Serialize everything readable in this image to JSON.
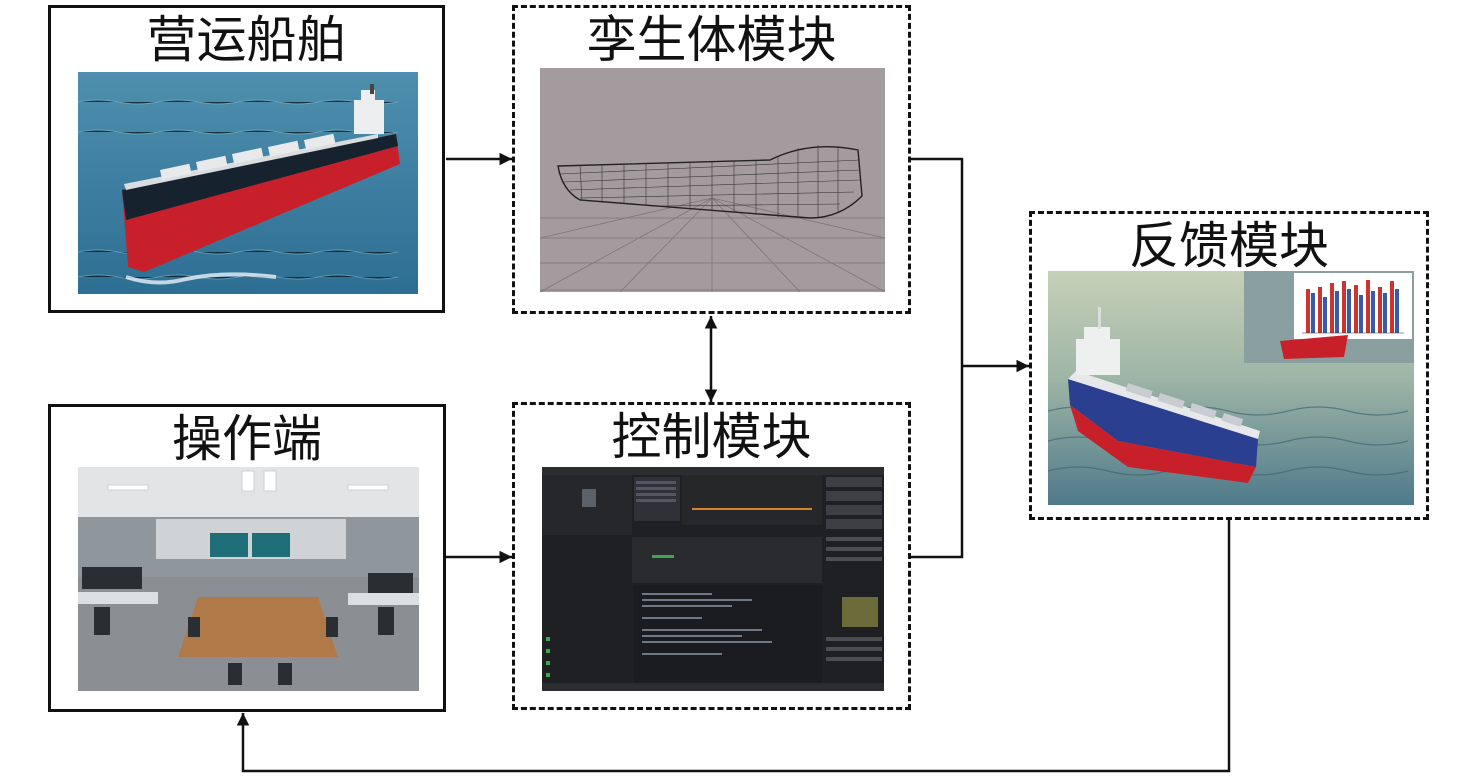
{
  "nodes": {
    "ship": {
      "title": "营运船舶",
      "image": "bulk-carrier-photo"
    },
    "twin": {
      "title": "孪生体模块",
      "image": "hull-wireframe-model"
    },
    "feedback": {
      "title": "反馈模块",
      "image": "rendered-ship-with-bar-chart"
    },
    "operator": {
      "title": "操作端",
      "image": "control-room-photo"
    },
    "control": {
      "title": "控制模块",
      "image": "game-engine-editor-screenshot"
    }
  },
  "edges": [
    {
      "from": "ship",
      "to": "twin",
      "direction": "forward"
    },
    {
      "from": "twin",
      "to": "control",
      "direction": "both"
    },
    {
      "from": "operator",
      "to": "control",
      "direction": "forward"
    },
    {
      "from": "twin",
      "to": "feedback",
      "direction": "forward"
    },
    {
      "from": "control",
      "to": "feedback",
      "direction": "forward"
    },
    {
      "from": "feedback",
      "to": "operator",
      "direction": "forward"
    }
  ],
  "colors": {
    "line": "#111111",
    "hull_red": "#c8202a",
    "sea": "#3d7fa0",
    "hull_blue": "#2a3f8f"
  }
}
